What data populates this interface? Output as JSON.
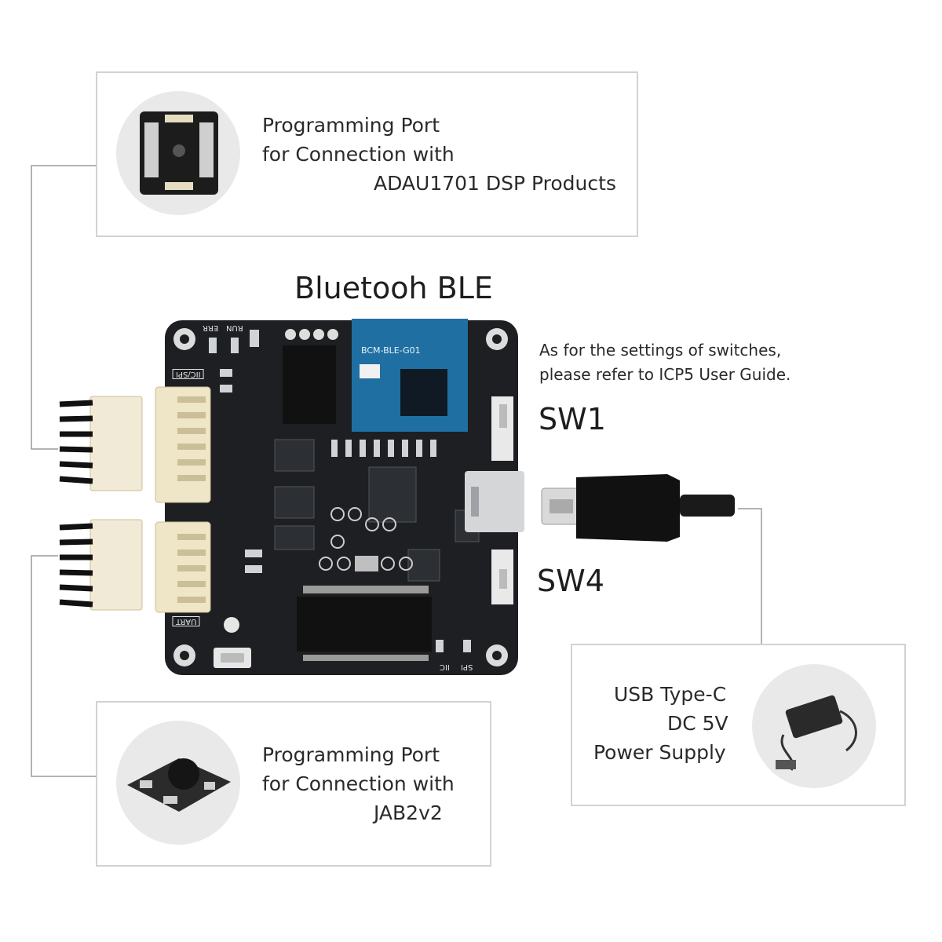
{
  "top_box": {
    "line1": "Programming Port",
    "line2": "for Connection with",
    "line3": "ADAU1701 DSP Products"
  },
  "board": {
    "title": "Bluetooh BLE",
    "module_label": "BCM-BLE-G01",
    "silkscreen": [
      "ERR",
      "RUN",
      "IIC/SPI",
      "UART",
      "SPI",
      "IIC"
    ]
  },
  "switch_note": {
    "line1": "As for the settings of switches,",
    "line2": "please refer to ICP5 User Guide."
  },
  "switches": {
    "sw1": "SW1",
    "sw4": "SW4"
  },
  "power_box": {
    "line1": "USB Type-C",
    "line2": "DC 5V",
    "line3": "Power Supply"
  },
  "bottom_box": {
    "line1": "Programming Port",
    "line2": "for Connection with",
    "line3": "JAB2v2"
  },
  "colors": {
    "board": "#1d1f22",
    "module": "#1f6fa3",
    "connector": "#efe6c8",
    "border": "#d2d2d2"
  }
}
